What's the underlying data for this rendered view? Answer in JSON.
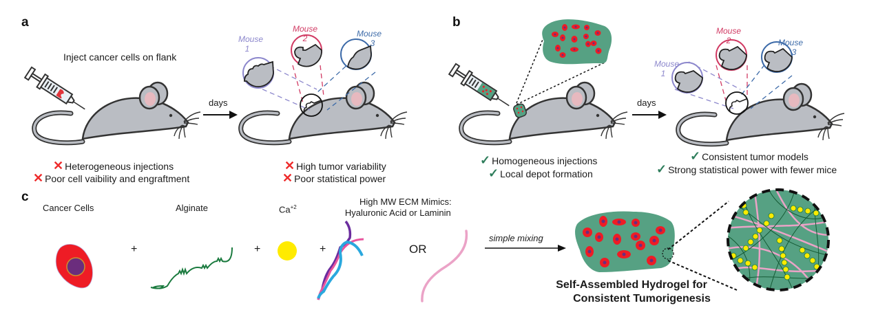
{
  "panels": {
    "a": {
      "letter": "a",
      "instruction": "Inject cancer cells on flank",
      "arrow_label": "days",
      "mouse_labels": [
        {
          "name": "Mouse",
          "num": "1",
          "color": "#8c87cc"
        },
        {
          "name": "Mouse",
          "num": "2",
          "color": "#d13a63"
        },
        {
          "name": "Mouse",
          "num": "3",
          "color": "#3c6aa8"
        }
      ],
      "left_bullets": [
        {
          "icon": "x-mark",
          "text": "Heterogeneous injections"
        },
        {
          "icon": "x-mark",
          "text": "Poor cell vaibility and engraftment"
        }
      ],
      "right_bullets": [
        {
          "icon": "x-mark",
          "text": "High tumor variability"
        },
        {
          "icon": "x-mark",
          "text": "Poor statistical power"
        }
      ]
    },
    "b": {
      "letter": "b",
      "arrow_label": "days",
      "mouse_labels": [
        {
          "name": "Mouse",
          "num": "1",
          "color": "#8c87cc"
        },
        {
          "name": "Mouse",
          "num": "2",
          "color": "#d13a63"
        },
        {
          "name": "Mouse",
          "num": "3",
          "color": "#3c6aa8"
        }
      ],
      "left_bullets": [
        {
          "icon": "check-mark",
          "text": "Homogeneous injections"
        },
        {
          "icon": "check-mark",
          "text": "Local depot formation"
        }
      ],
      "right_bullets": [
        {
          "icon": "check-mark",
          "text": "Consistent tumor models"
        },
        {
          "icon": "check-mark",
          "text": "Strong statistical power with fewer mice"
        }
      ]
    },
    "c": {
      "letter": "c",
      "components": {
        "cancer_cells": "Cancer Cells",
        "alginate": "Alginate",
        "calcium": "Ca",
        "calcium_charge": "+2",
        "ecm_title_line1": "High MW ECM Mimics:",
        "ecm_title_line2": "Hyaluronic Acid or Laminin"
      },
      "operators": {
        "plus": "+",
        "or": "OR"
      },
      "arrow_label": "simple mixing",
      "result_line1": "Self-Assembled Hydrogel for",
      "result_line2": "Consistent Tumorigenesis"
    }
  },
  "colors": {
    "mouse_body": "#babdc3",
    "mouse_outline": "#333333",
    "ear_inner": "#e7b9bf",
    "hydrogel_green": "#56a183",
    "cell_red": "#ee1c25",
    "nucleus_purple": "#6b2d7d",
    "alginate_green": "#1a7a3e",
    "calcium_yellow": "#ffeb00",
    "ha_pink": "#eba3c7",
    "x_red": "#ee2a2a",
    "check_green": "#2e7d5b"
  }
}
